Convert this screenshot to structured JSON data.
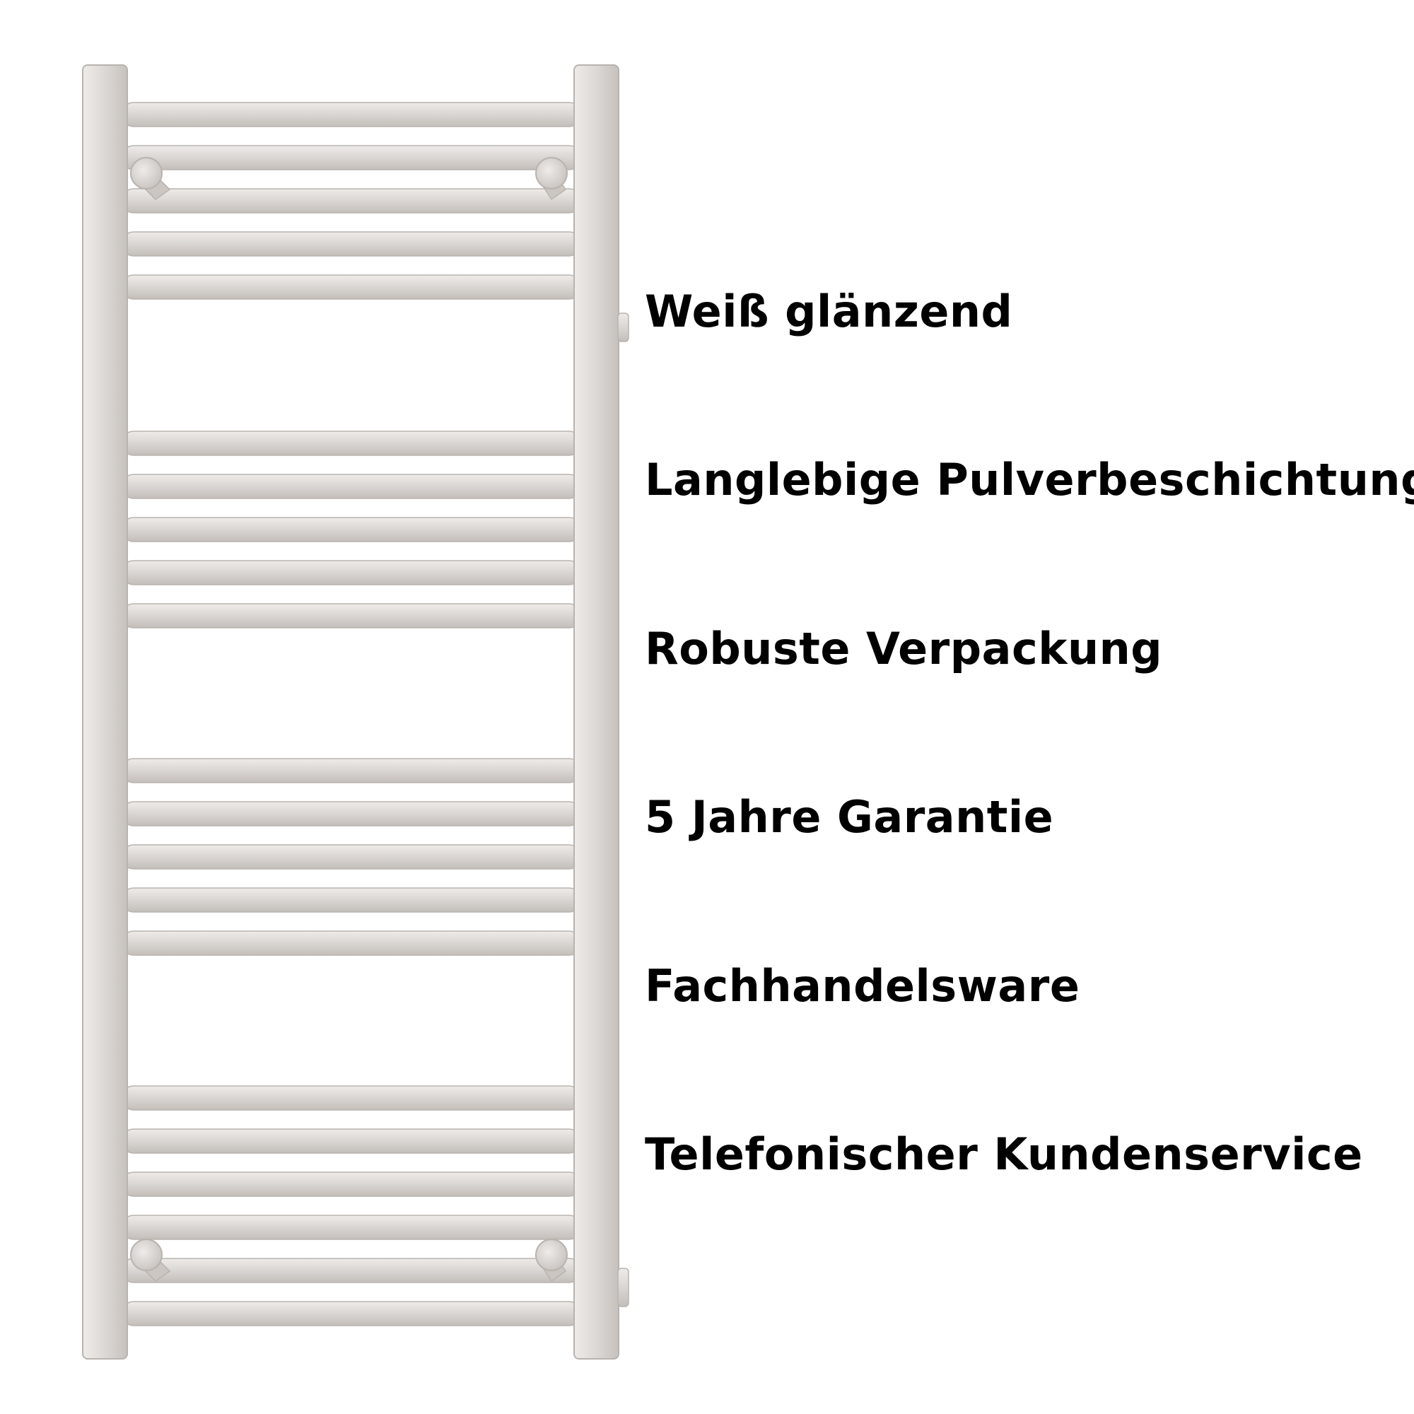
{
  "product": {
    "name": "towel-radiator",
    "colors": {
      "finish": "#dcd8d5",
      "shade": "#c9c4c0",
      "highlight": "#eeebe9",
      "outline": "#b9b3ae"
    }
  },
  "features": [
    {
      "label": "Weiß glänzend"
    },
    {
      "label": "Langlebige Pulverbeschichtung"
    },
    {
      "label": "Robuste Verpackung"
    },
    {
      "label": "5 Jahre Garantie"
    },
    {
      "label": "Fachhandelsware"
    },
    {
      "label": "Telefonischer Kundenservice"
    }
  ]
}
